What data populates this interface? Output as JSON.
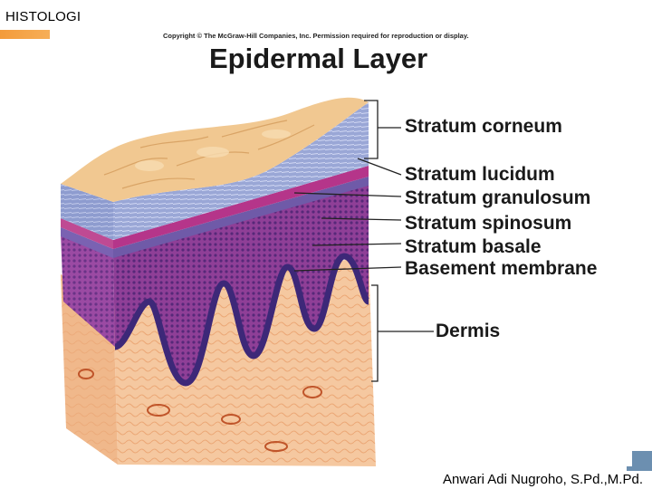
{
  "header": {
    "title": "HISTOLOGI"
  },
  "figure": {
    "copyright": "Copyright © The McGraw-Hill Companies, Inc. Permission required for reproduction or display.",
    "title": "Epidermal Layer",
    "labels": {
      "stratum_corneum": "Stratum corneum",
      "stratum_lucidum": "Stratum lucidum",
      "stratum_granulosum": "Stratum granulosum",
      "stratum_spinosum": "Stratum spinosum",
      "stratum_basale": "Stratum basale",
      "basement_membrane": "Basement membrane",
      "dermis": "Dermis"
    },
    "colors": {
      "corneum": "#f1c891",
      "lucidum": "#9aa7d6",
      "granulosum": "#6f5aa8",
      "spinosum": "#8f3f97",
      "basale": "#3d2878",
      "dermis": "#f5c8a0"
    }
  },
  "footer": {
    "author": "Anwari Adi Nugroho, S.Pd.,M.Pd."
  }
}
